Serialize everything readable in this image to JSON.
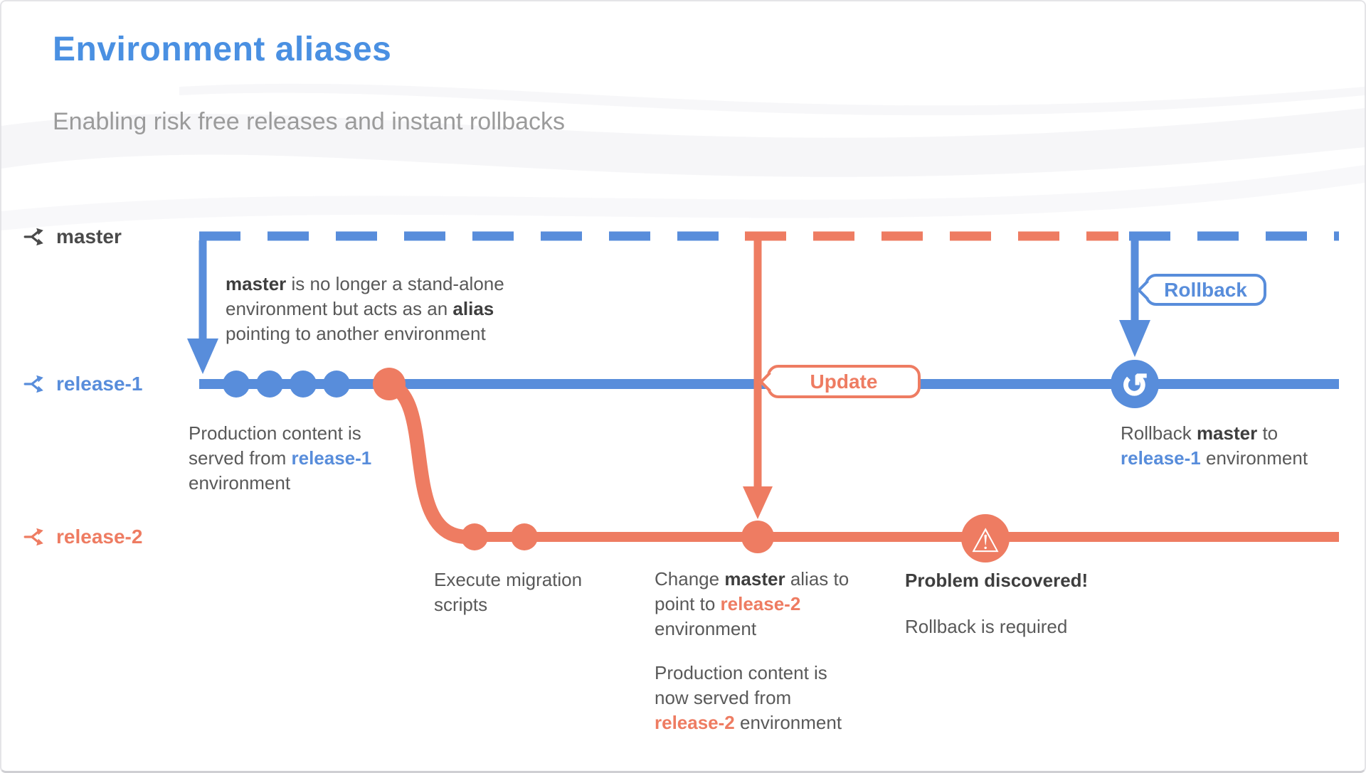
{
  "colors": {
    "blue": "#588ddb",
    "orange": "#ee7c62",
    "title": "#4a90e2",
    "subtitle": "#9b9b9b",
    "text": "#595959",
    "text_bold": "#3e3e3e",
    "label_dark": "#4a4a4a"
  },
  "header": {
    "title": "Environment aliases",
    "subtitle": "Enabling risk free releases and instant rollbacks"
  },
  "lanes": [
    {
      "label": "master"
    },
    {
      "label": "release-1"
    },
    {
      "label": "release-2"
    }
  ],
  "badges": {
    "update": "Update",
    "rollback": "Rollback"
  },
  "icons": {
    "lane": "branch-split-icon",
    "warning_glyph": "⚠",
    "rollback_glyph": "↺"
  },
  "annotations": {
    "master_alias": [
      {
        "t": "master",
        "b": true
      },
      {
        "t": " is no longer a stand-alone environment but acts as an "
      },
      {
        "t": "alias",
        "b": true
      },
      {
        "t": " pointing to another environment"
      }
    ],
    "production_r1": [
      {
        "t": "Production content is served from "
      },
      {
        "t": "release-1",
        "b": true,
        "c": "blue"
      },
      {
        "t": " environment"
      }
    ],
    "execute_migration": [
      {
        "t": "Execute migration scripts"
      }
    ],
    "change_master": [
      {
        "t": "Change "
      },
      {
        "t": "master",
        "b": true
      },
      {
        "t": " alias to point to "
      },
      {
        "t": "release-2",
        "b": true,
        "c": "orange"
      },
      {
        "t": " environment"
      }
    ],
    "production_r2": [
      {
        "t": "Production content is now served from "
      },
      {
        "t": "release-2",
        "b": true,
        "c": "orange"
      },
      {
        "t": " environment"
      }
    ],
    "problem_title": [
      {
        "t": "Problem discovered!",
        "b": true
      }
    ],
    "problem_sub": [
      {
        "t": "Rollback is required"
      }
    ],
    "rollback_master": [
      {
        "t": "Rollback "
      },
      {
        "t": "master",
        "b": true
      },
      {
        "t": " to "
      },
      {
        "t": "release-1",
        "b": true,
        "c": "blue"
      },
      {
        "t": " environment"
      }
    ]
  }
}
